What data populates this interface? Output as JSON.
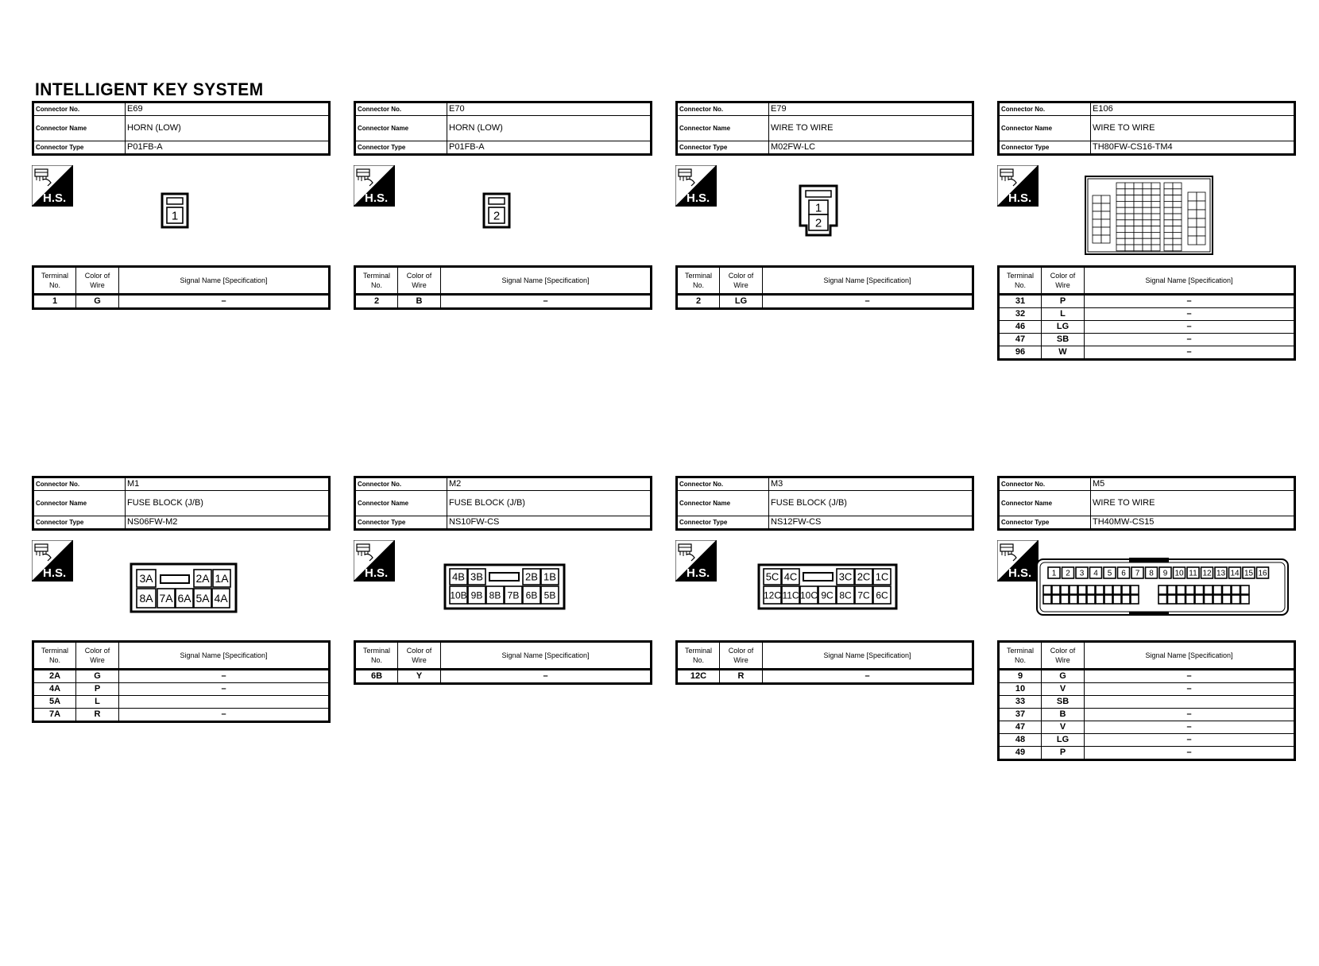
{
  "page": {
    "title": "INTELLIGENT KEY SYSTEM"
  },
  "labels": {
    "connector_no": "Connector No.",
    "connector_name": "Connector Name",
    "connector_type": "Connector Type",
    "terminal_no": "Terminal No.",
    "color_of_wire": "Color of Wire",
    "signal_name": "Signal Name [Specification]",
    "hs_badge": "H.S."
  },
  "connectors": [
    {
      "no": "E69",
      "name": "HORN (LOW)",
      "type": "P01FB-A",
      "diagram_pins": [
        "1"
      ],
      "terminals": [
        {
          "terminal": "1",
          "color": "G",
          "signal": "–"
        }
      ]
    },
    {
      "no": "E70",
      "name": "HORN (LOW)",
      "type": "P01FB-A",
      "diagram_pins": [
        "2"
      ],
      "terminals": [
        {
          "terminal": "2",
          "color": "B",
          "signal": "–"
        }
      ]
    },
    {
      "no": "E79",
      "name": "WIRE TO WIRE",
      "type": "M02FW-LC",
      "diagram_pins": [
        "1",
        "2"
      ],
      "terminals": [
        {
          "terminal": "2",
          "color": "LG",
          "signal": "–"
        }
      ]
    },
    {
      "no": "E106",
      "name": "WIRE TO WIRE",
      "type": "TH80FW-CS16-TM4",
      "diagram_pins": [],
      "terminals": [
        {
          "terminal": "31",
          "color": "P",
          "signal": "–"
        },
        {
          "terminal": "32",
          "color": "L",
          "signal": "–"
        },
        {
          "terminal": "46",
          "color": "LG",
          "signal": "–"
        },
        {
          "terminal": "47",
          "color": "SB",
          "signal": "–"
        },
        {
          "terminal": "96",
          "color": "W",
          "signal": "–"
        }
      ]
    },
    {
      "no": "M1",
      "name": "FUSE BLOCK (J/B)",
      "type": "NS06FW-M2",
      "diagram_pins": [
        "3A",
        "2A",
        "1A",
        "8A",
        "7A",
        "6A",
        "5A",
        "4A"
      ],
      "terminals": [
        {
          "terminal": "2A",
          "color": "G",
          "signal": "–"
        },
        {
          "terminal": "4A",
          "color": "P",
          "signal": "–"
        },
        {
          "terminal": "5A",
          "color": "L",
          "signal": ""
        },
        {
          "terminal": "7A",
          "color": "R",
          "signal": "–"
        }
      ]
    },
    {
      "no": "M2",
      "name": "FUSE BLOCK (J/B)",
      "type": "NS10FW-CS",
      "diagram_pins": [
        "4B",
        "3B",
        "2B",
        "1B",
        "10B",
        "9B",
        "8B",
        "7B",
        "6B",
        "5B"
      ],
      "terminals": [
        {
          "terminal": "6B",
          "color": "Y",
          "signal": "–"
        }
      ]
    },
    {
      "no": "M3",
      "name": "FUSE BLOCK (J/B)",
      "type": "NS12FW-CS",
      "diagram_pins": [
        "5C",
        "4C",
        "3C",
        "2C",
        "1C",
        "12C",
        "11C",
        "10C",
        "9C",
        "8C",
        "7C",
        "6C"
      ],
      "terminals": [
        {
          "terminal": "12C",
          "color": "R",
          "signal": "–"
        }
      ]
    },
    {
      "no": "M5",
      "name": "WIRE TO WIRE",
      "type": "TH40MW-CS15",
      "diagram_pins": [
        "1",
        "2",
        "3",
        "4",
        "5",
        "6",
        "7",
        "8",
        "9",
        "10",
        "11",
        "12",
        "13",
        "14",
        "15",
        "16"
      ],
      "terminals": [
        {
          "terminal": "9",
          "color": "G",
          "signal": "–"
        },
        {
          "terminal": "10",
          "color": "V",
          "signal": "–"
        },
        {
          "terminal": "33",
          "color": "SB",
          "signal": ""
        },
        {
          "terminal": "37",
          "color": "B",
          "signal": "–"
        },
        {
          "terminal": "47",
          "color": "V",
          "signal": "–"
        },
        {
          "terminal": "48",
          "color": "LG",
          "signal": "–"
        },
        {
          "terminal": "49",
          "color": "P",
          "signal": "–"
        }
      ]
    }
  ]
}
